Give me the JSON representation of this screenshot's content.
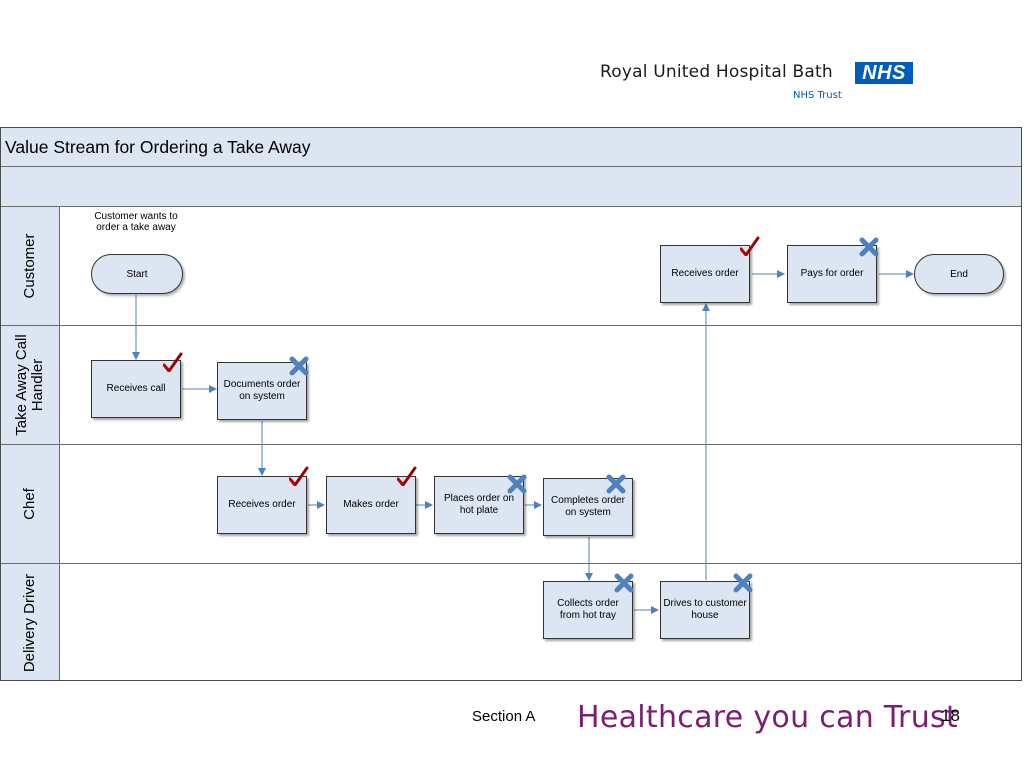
{
  "header": {
    "trust_name": "Royal United Hospital Bath",
    "logo_text": "NHS",
    "trust_sub": "NHS Trust"
  },
  "diagram": {
    "title": "Value Stream for Ordering a Take Away",
    "lanes": [
      "Customer",
      "Take Away Call Handler",
      "Chef",
      "Delivery Driver"
    ],
    "note": "Customer wants to order a take away",
    "start": "Start",
    "end": "End",
    "steps": {
      "receives_call": "Receives call",
      "documents_order": "Documents order on system",
      "chef_receives_order": "Receives order",
      "makes_order": "Makes order",
      "places_order": "Places order on hot plate",
      "completes_order": "Completes order on system",
      "collects_order": "Collects order from hot tray",
      "drives_to_customer": "Drives to customer house",
      "customer_receives_order": "Receives order",
      "pays_for_order": "Pays for order"
    },
    "colors": {
      "lane_fill": "#dce6f2",
      "arrow": "#4f81bd",
      "check": "#c00000",
      "cross": "#4f81bd"
    },
    "marks": {
      "check": [
        "receives_call",
        "chef_receives_order",
        "makes_order",
        "customer_receives_order"
      ],
      "cross": [
        "documents_order",
        "places_order",
        "completes_order",
        "collects_order",
        "drives_to_customer",
        "pays_for_order"
      ]
    }
  },
  "footer": {
    "section": "Section A",
    "slogan": "Healthcare you can Trust",
    "page": "18"
  }
}
